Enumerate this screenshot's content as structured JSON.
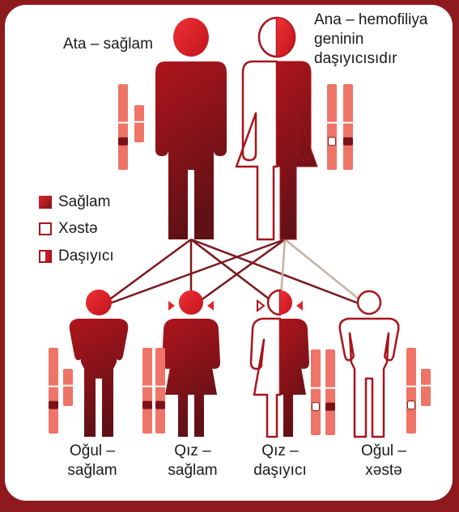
{
  "colors": {
    "frame": "#8e1a1e",
    "panel": "#ffffff",
    "healthy_light": "#e0262c",
    "healthy_dark": "#7a1218",
    "outline": "#a8141b",
    "chromosome": "#ef7468",
    "line_dark": "#7a1a1e",
    "line_light": "#c8b0a0"
  },
  "parents": {
    "father": {
      "label": "Ata – sağlam"
    },
    "mother": {
      "label_line1": "Ana – hemofiliya",
      "label_line2": "geninin",
      "label_line3": "daşıyıcısıdır"
    }
  },
  "legend": {
    "healthy": "Sağlam",
    "sick": "Xəstə",
    "carrier": "Daşıyıcı"
  },
  "children": [
    {
      "line1": "Oğul –",
      "line2": "sağlam"
    },
    {
      "line1": "Qız –",
      "line2": "sağlam"
    },
    {
      "line1": "Qız –",
      "line2": "daşıyıcı"
    },
    {
      "line1": "Oğul –",
      "line2": "xəstə"
    }
  ]
}
